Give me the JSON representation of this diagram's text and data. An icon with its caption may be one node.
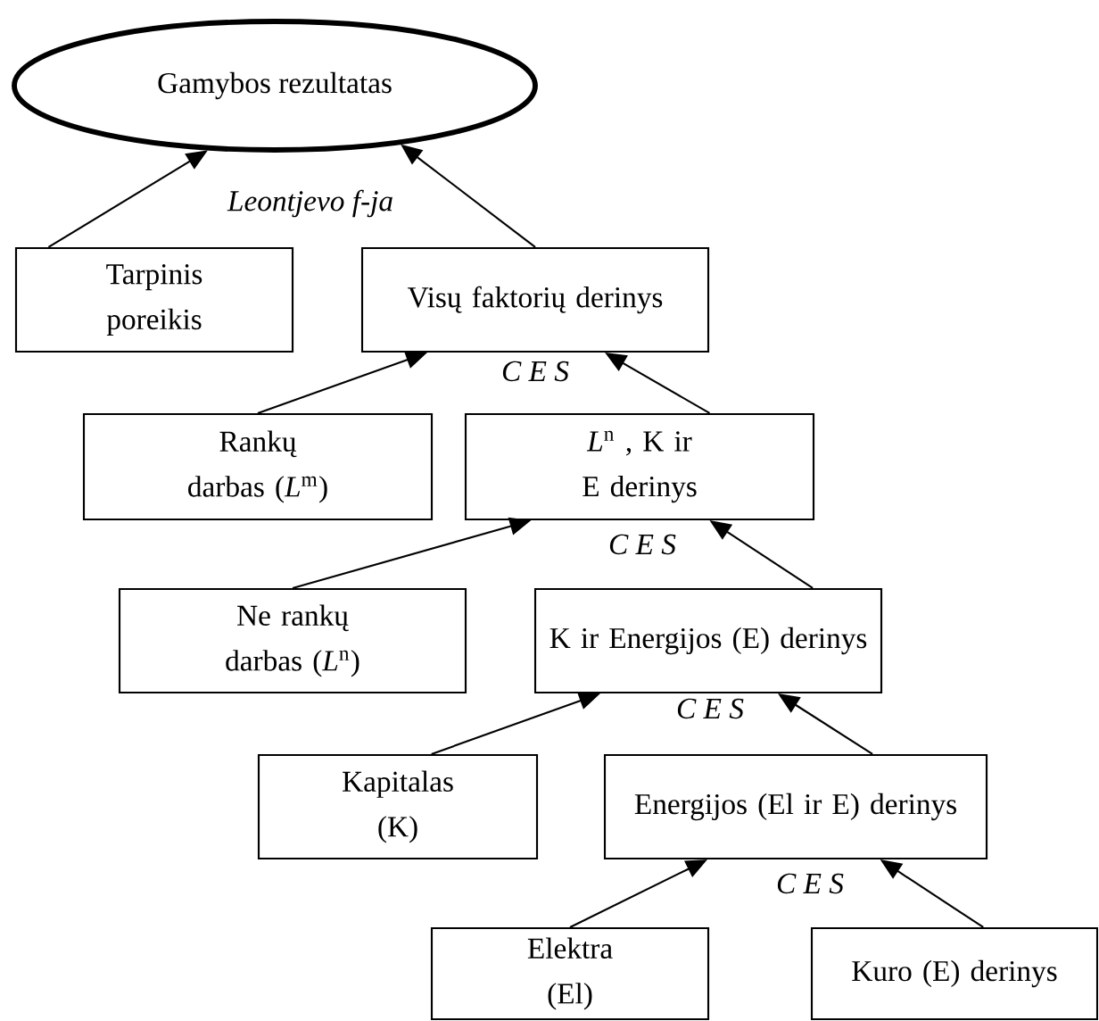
{
  "diagram": {
    "nodes": [
      {
        "text": [
          "Gamybos rezultatas"
        ]
      },
      {
        "text": [
          "Tarpinis poreikis"
        ]
      },
      {
        "text": [
          "Visų faktorių derinys"
        ]
      },
      {
        "text": [
          "Rankų darbas (*L*$^{m}$)"
        ]
      },
      {
        "text": [
          "*L*$^{n}$ , K ir E derinys"
        ]
      },
      {
        "text": [
          "Ne rankų darbas (*L*$^{n}$)"
        ]
      },
      {
        "text": [
          "K ir Energijos (E) derinys"
        ]
      },
      {
        "text": [
          "Kapitalas (K)"
        ]
      },
      {
        "text": [
          "Energijos (El ir E) derinys"
        ]
      },
      {
        "text": [
          "Elektra (El)"
        ]
      },
      {
        "text": [
          "Kuro (E) derinys"
        ]
      }
    ],
    "edges": [
      {
        "from": 1,
        "to": 0,
        "arrow": "to"
      },
      {
        "from": 2,
        "to": 0,
        "arrow": "to"
      },
      {
        "from": 3,
        "to": 2,
        "arrow": "to"
      },
      {
        "from": 4,
        "to": 2,
        "arrow": "to"
      },
      {
        "from": 5,
        "to": 4,
        "arrow": "to"
      },
      {
        "from": 6,
        "to": 4,
        "arrow": "to"
      },
      {
        "from": 7,
        "to": 6,
        "arrow": "to"
      },
      {
        "from": 8,
        "to": 6,
        "arrow": "to"
      },
      {
        "from": 9,
        "to": 8,
        "arrow": "to"
      },
      {
        "from": 10,
        "to": 8,
        "arrow": "to"
      }
    ],
    "labels": [
      "Leontjevo f-ja",
      "C E S",
      "C E S",
      "C E S",
      "C E S"
    ]
  }
}
